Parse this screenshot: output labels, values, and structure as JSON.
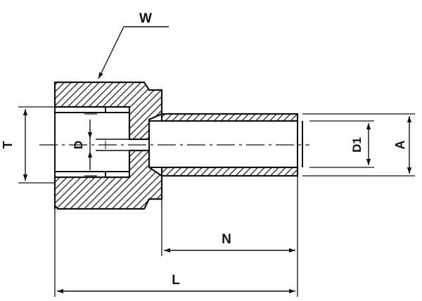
{
  "labels": {
    "w": "W",
    "t": "T",
    "d": "D",
    "d1": "D1",
    "a": "A",
    "n": "N",
    "l": "L"
  },
  "colors": {
    "ink": "#111111",
    "background": "#ffffff"
  }
}
